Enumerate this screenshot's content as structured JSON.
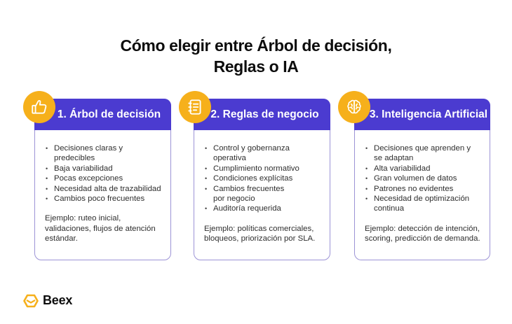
{
  "title": {
    "line1": "Cómo elegir entre Árbol de decisión,",
    "line2": "Reglas o IA"
  },
  "colors": {
    "header": "#4b3bd0",
    "icon_circle": "#f6b01b",
    "card_border": "#9c93d6"
  },
  "cards": [
    {
      "icon": "thumbs-up-icon",
      "title": "1. Árbol de decisión",
      "items": [
        "Decisiones claras y predecibles",
        "Baja variabilidad",
        "Pocas excepciones",
        "Necesidad alta de trazabilidad",
        "Cambios poco frecuentes"
      ],
      "example": "Ejemplo: ruteo inicial, validaciones, flujos de atención estándar."
    },
    {
      "icon": "notebook-icon",
      "title": "2. Reglas de negocio",
      "items": [
        "Control y gobernanza operativa",
        "Cumplimiento normativo",
        "Condiciones explícitas",
        "Cambios frecuentes por negocio",
        "Auditoría requerida"
      ],
      "example": "Ejemplo: políticas comerciales, bloqueos, priorización por SLA."
    },
    {
      "icon": "brain-icon",
      "title": "3. Inteligencia Artificial",
      "items": [
        "Decisiones que aprenden y se adaptan",
        "Alta variabilidad",
        "Gran volumen de datos",
        "Patrones no evidentes",
        "Necesidad de optimización continua"
      ],
      "example": "Ejemplo: detección de intención, scoring, predicción de demanda."
    }
  ],
  "logo": {
    "icon": "beex-hexagon-icon",
    "text": "Beex"
  }
}
